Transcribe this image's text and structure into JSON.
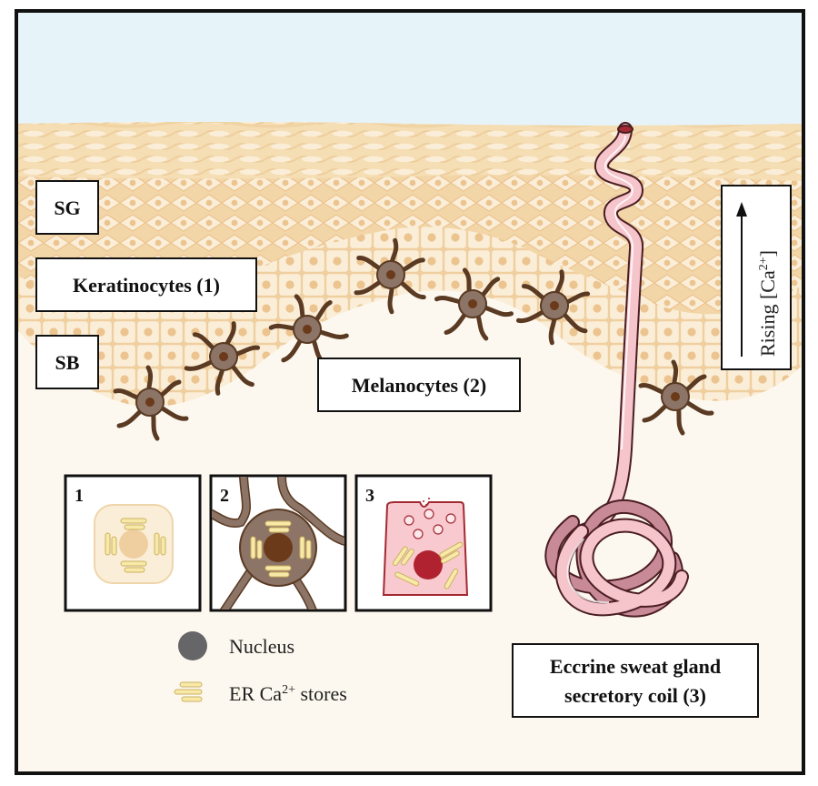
{
  "figure": {
    "labels": {
      "sg": "SG",
      "keratinocytes": "Keratinocytes (1)",
      "sb": "SB",
      "melanocytes": "Melanocytes (2)",
      "eccrine_line1": "Eccrine sweat gland",
      "eccrine_line2": "secretory coil (3)",
      "rising_prefix": "Rising [Ca",
      "rising_sup": "2+",
      "rising_suffix": "]"
    },
    "insets": [
      {
        "number": "1",
        "cell": "keratinocyte"
      },
      {
        "number": "2",
        "cell": "melanocyte"
      },
      {
        "number": "3",
        "cell": "sweat-gland-secretory-cell"
      }
    ],
    "legend": {
      "nucleus": "Nucleus",
      "er_prefix": "ER Ca",
      "er_sup": "2+",
      "er_suffix": " stores"
    },
    "colors": {
      "sky": "#e6f4fa",
      "epidermis": "#f5ddb4",
      "cell_fill": "#fbeed8",
      "cell_line": "#efcf9f",
      "dot": "#ecc48f",
      "dermis": "#fdf8ef",
      "melanocyte": "#8c7467",
      "melanocyte_line": "#5a3a22",
      "melanocyte_nucleus": "#6b3a1a",
      "gland": "#f6c5cc",
      "gland_dark": "#c98a98",
      "gland_line": "#4a1e22",
      "er": "#f7e9a7",
      "nucleus_legend": "#666669"
    }
  }
}
